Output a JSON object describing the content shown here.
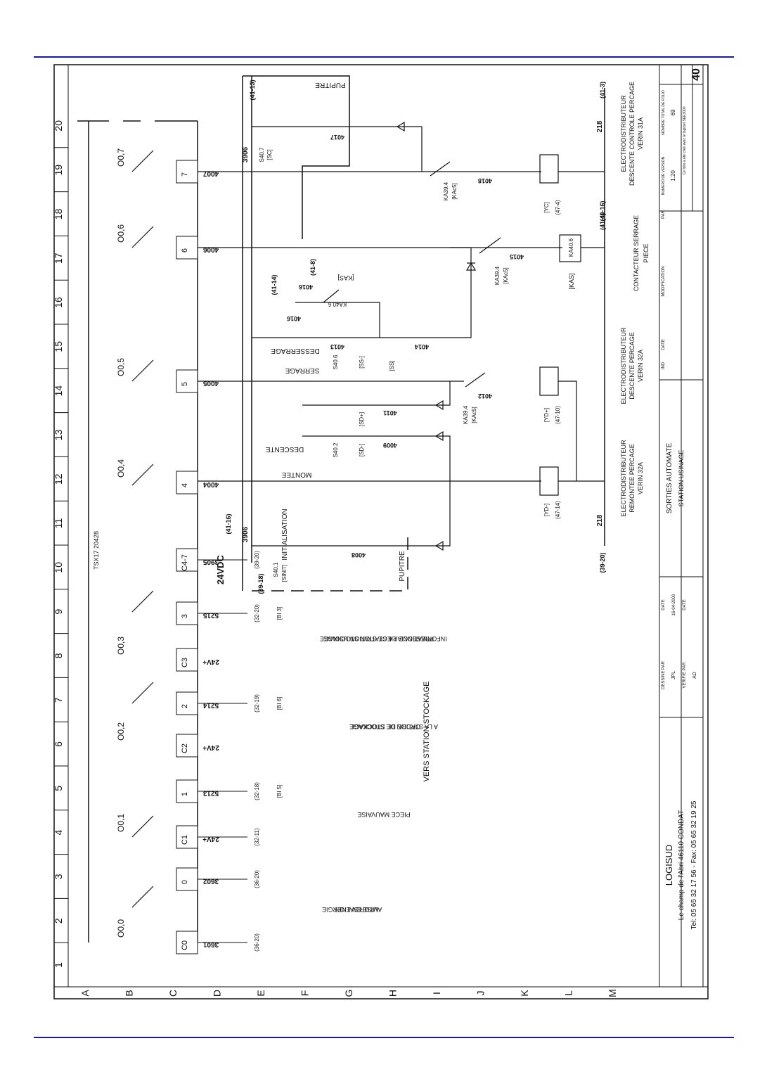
{
  "colors": {
    "rule": "#1a1aa8",
    "ink": "#111111",
    "paper": "#ffffff"
  },
  "grid": {
    "columns": [
      "1",
      "2",
      "3",
      "4",
      "5",
      "6",
      "7",
      "8",
      "9",
      "10",
      "11",
      "12",
      "13",
      "14",
      "15",
      "16",
      "17",
      "18",
      "19",
      "20"
    ],
    "rows": [
      "A",
      "B",
      "C",
      "D",
      "E",
      "F",
      "G",
      "H",
      "I",
      "J",
      "K",
      "L",
      "M"
    ]
  },
  "header": {
    "reference": "TSX17 20428"
  },
  "outputs": [
    {
      "coil": "C0",
      "address": "O0,0",
      "wire": "3601",
      "ref": "(36-20)"
    },
    {
      "coil": "0",
      "wire": "3602",
      "ref": "(36-20)"
    },
    {
      "coil": "C1",
      "address": "O0,1",
      "wire": "24V+",
      "ref": "(32-11)"
    },
    {
      "coil": "1",
      "wire": "5213",
      "ref": "(32-18)",
      "tag": "[BI 5]"
    },
    {
      "coil": "C2",
      "address": "O0,2",
      "wire": "24V+"
    },
    {
      "coil": "2",
      "wire": "5214",
      "ref": "(32-19)",
      "tag": "[BI 6]"
    },
    {
      "coil": "C3",
      "address": "O0,3",
      "wire": "24V+"
    },
    {
      "coil": "3",
      "wire": "5215",
      "ref": "(32-20)",
      "tag": "[BI 3]"
    },
    {
      "coil": "C4-7",
      "wire": "3905",
      "ref": "(39-20)"
    },
    {
      "coil": "4",
      "address": "O0,4",
      "wire": "4004"
    },
    {
      "coil": "5",
      "address": "O0,5",
      "wire": "4005"
    },
    {
      "coil": "6",
      "address": "O0,6",
      "wire": "4006"
    },
    {
      "coil": "7",
      "address": "O0,7",
      "wire": "4007"
    }
  ],
  "labels": {
    "autorisation": [
      "AUTORISATION",
      "MISE EN ENERGIE"
    ],
    "piece_mauvaise": "PIECE MAUVAISE",
    "ordre": [
      "ORDRE DE STOCKAGE",
      "A LA STATION DE STOCKAGE"
    ],
    "information": [
      "INFORMATION A LA STATION STOCKAGE",
      "PRESENCE PIECE STATION USINAGE"
    ],
    "vers_station": "VERS STATION STOCKAGE",
    "voltage": "24VDC",
    "wire_3906": "3906",
    "wire_218": "218",
    "pupitre_top": "PUPITRE",
    "pupitre_bottom": "PUPITRE",
    "initialisation": "INITIALISATION",
    "s401": "S40.1",
    "s401_tag": "[SINIT]",
    "s402": "S40.2",
    "s402_tag": "[SD-]",
    "s402_tag2": "[SD+]",
    "monte": "MONTEE",
    "descente": "DESCENTE",
    "s406": "S40.6",
    "s406_tag": "[SS-]",
    "s406_tag2": "[SS]",
    "serrage": "SERRAGE",
    "desserrage": "DESSERRAGE",
    "s407": "S40.7",
    "s407_tag": "[SC]",
    "kas": "[KAS]",
    "ka406": "KA40.6",
    "ka394": "KA39.4",
    "ka394_tag": "[KAc5]",
    "coil_kas": "KA40.6"
  },
  "wires": {
    "w4008": "4008",
    "w4009": "4009",
    "w4011": "4011",
    "w4012": "4012",
    "w4013": "4013",
    "w4014": "4014",
    "w4015": "4015",
    "w4016": "4016",
    "w4017": "4017",
    "w4018": "4018"
  },
  "refs": {
    "r4114": "(41-14)",
    "r418": "(41-8)",
    "r4116": "(41-16)",
    "r4016": "(40-16)",
    "r414": "(41-4)",
    "r4113": "(41-13)",
    "r413": "(41-3)",
    "r4114b": "(41-14)",
    "r3920": "(39-20)",
    "r3918": "(39-18)"
  },
  "devices": {
    "yd_minus": "[YD-]",
    "yd_minus_ref": "(47-14)",
    "yd_plus": "[YD+]",
    "yd_plus_ref": "(47-10)",
    "yc": "[YC]",
    "yc_ref": "(47-4)"
  },
  "valves": {
    "remontee": [
      "ELECTRODISTRIBUTEUR",
      "REMONTEE PERCAGE",
      "VERIN 32A"
    ],
    "descente": [
      "ELECTRODISTRIBUTEUR",
      "DESCENTE PERCAGE",
      "VERIN 32A"
    ],
    "contacteur": [
      "CONTACTEUR SERRAGE",
      "PIECE"
    ],
    "controle": [
      "ELECTRODISTRIBUTEUR",
      "DESCENTE CONTROLE PERCAGE",
      "VERIN 31A"
    ]
  },
  "title_block": {
    "company": "LOGISUD",
    "address": "Le champ de l'Abri   46110 CONDAT",
    "phone": "Tel: 05 65 32 17 56  -  Fax: 05 65 32 19 25",
    "title": "SORTIES AUTOMATE",
    "subtitle": "STATION USINAGE",
    "dessine_par": "DESSINE PAR",
    "dessine_name": "JPL",
    "verifie_par": "VERIFIE PAR",
    "verifie_name": "AD",
    "date_label": "DATE",
    "date_value": "16-04-2000",
    "ind": "IND",
    "modification": "MODIFICATION",
    "par": "PAR",
    "numero_version": "NUMERO DE VERSION",
    "version": "1.20",
    "nombre_folio": "NOMBRE TOTAL DE FOLIO",
    "folio_total": "69",
    "logiciel": "Ce folio a été créé avec le logiciel SEE3000",
    "page": "40"
  }
}
